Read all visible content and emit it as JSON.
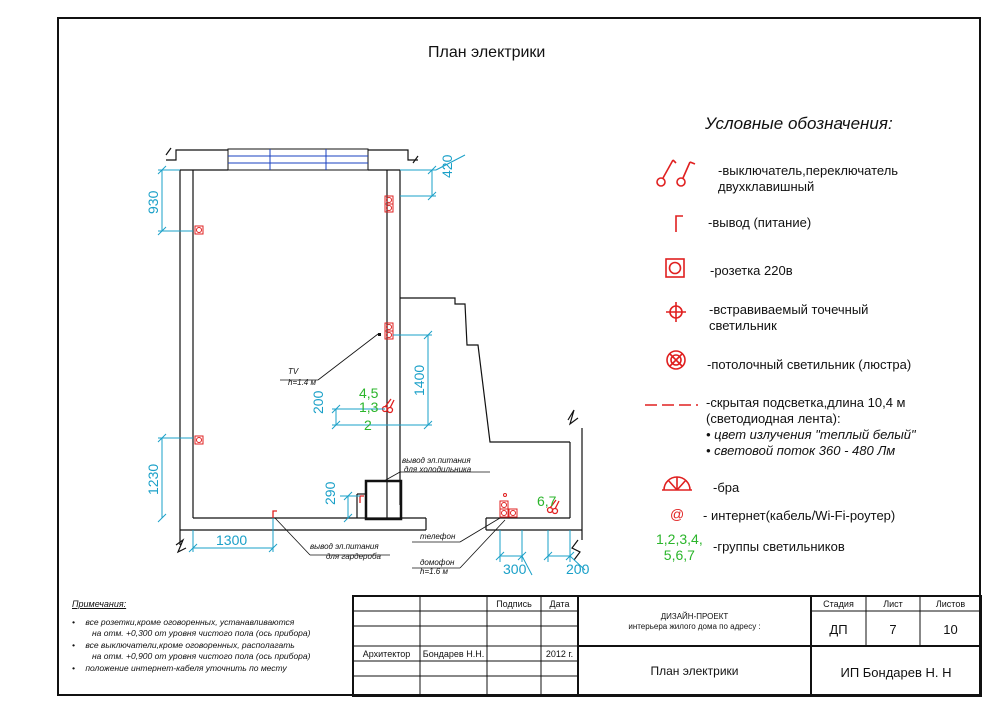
{
  "title": "План электрики",
  "legend": {
    "title": "Условные обозначения:",
    "items": [
      {
        "icon": "switch-icon",
        "line1": "-выключатель,переключатель",
        "line2": "двухклавишный"
      },
      {
        "icon": "power-outlet-lead-icon",
        "line1": "-вывод (питание)",
        "line2": ""
      },
      {
        "icon": "socket-220v-icon",
        "line1": "-розетка 220в",
        "line2": ""
      },
      {
        "icon": "recessed-spotlight-icon",
        "line1": "-встравиваемый точечный",
        "line2": "светильник"
      },
      {
        "icon": "ceiling-light-icon",
        "line1": "-потолочный светильник (люстра)",
        "line2": ""
      },
      {
        "icon": "hidden-led-icon",
        "line1": "-скрытая подсветка,длина 10,4 м",
        "line2": "(светодиодная лента):"
      },
      {
        "icon": "bra-icon",
        "line1": "-бра",
        "line2": ""
      },
      {
        "icon": "internet-icon",
        "line1": "- интернет(кабель/Wi-Fi-роутер)",
        "line2": ""
      },
      {
        "icon": "light-groups-icon",
        "line1": "-группы светильников",
        "line2": ""
      }
    ],
    "led_bullets": [
      "цвет излучения \"теплый белый\"",
      "световой поток 360 - 480 Лм"
    ],
    "groups_label_1": "1,2,3,4,",
    "groups_label_2": "5,6,7",
    "internet_symbol": "@"
  },
  "plan": {
    "dims": {
      "d930": "930",
      "d420": "420",
      "d1400": "1400",
      "d200": "200",
      "d1230": "1230",
      "d290": "290",
      "d1300": "1300",
      "d300": "300",
      "d200b": "200"
    },
    "groups": {
      "g45": "4,5",
      "g13": "1,3",
      "g2": "2",
      "g67": "6,7"
    },
    "annotations": {
      "tv": "TV",
      "tv_h": "h=1.4 м",
      "fridge_1": "вывод эл.питания",
      "fridge_2": "для холодильника",
      "wardrobe_1": "вывод эл.питания",
      "wardrobe_2": "для гардероба",
      "phone": "телефон",
      "intercom": "домофон",
      "intercom_h": "h=1.6 м"
    }
  },
  "notes": {
    "heading": "Примечания:",
    "lines": [
      "все розетки,кроме оговоренных, устанавливаются",
      "на отм. +0,300 от уровня чистого пола (ось прибора)",
      "все выключатели,кроме оговоренных, располагать",
      "на отм. +0,900 от уровня чистого пола (ось прибора)",
      "положение интернет-кабеля уточнить по месту"
    ]
  },
  "title_block": {
    "col_signature": "Подпись",
    "col_date": "Дата",
    "architect_label": "Архитектор",
    "architect_name": "Бондарев Н.Н.",
    "year": "2012 г.",
    "project_1": "ДИЗАЙН-ПРОЕКТ",
    "project_2": "интерьера жилого дома по адресу :",
    "sheet_title": "План электрики",
    "stage_label": "Стадия",
    "sheet_label": "Лист",
    "sheets_label": "Листов",
    "stage": "ДП",
    "sheet": "7",
    "sheets": "10",
    "company": "ИП Бондарев Н. Н"
  },
  "colors": {
    "red": "#e02020",
    "cyan": "#1aa0c8",
    "green": "#2bb52b",
    "blue": "#1a40c0"
  }
}
